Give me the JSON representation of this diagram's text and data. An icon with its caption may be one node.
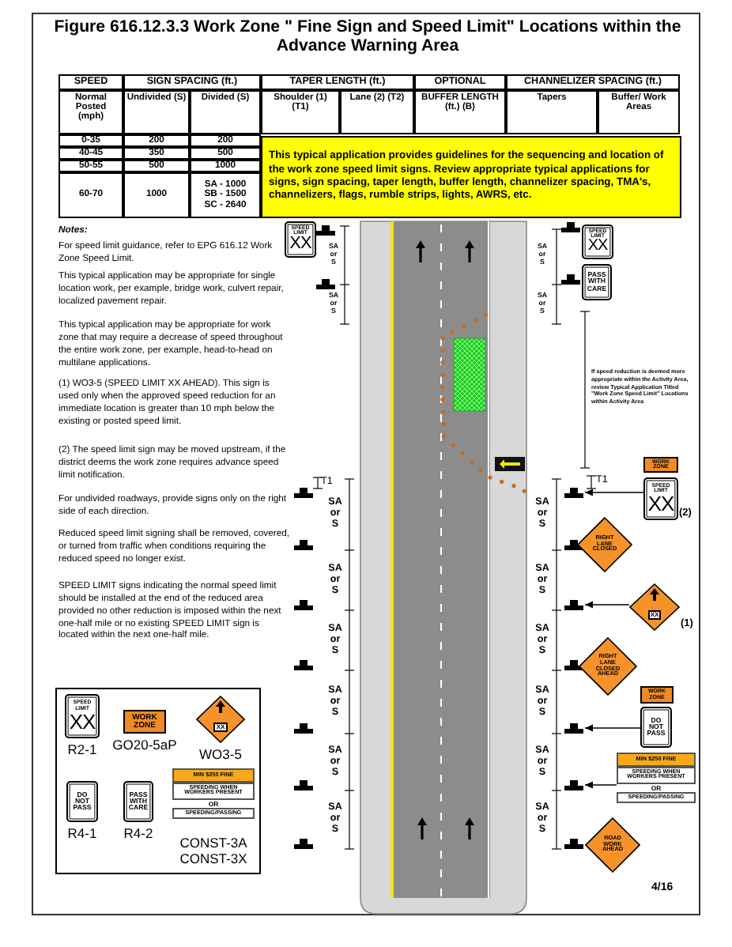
{
  "diagram": {
    "title": "Figure 616.12.3.3 Work Zone \" Fine Sign and Speed Limit\" Locations within the Advance Warning Area",
    "nodes": [
      {
        "text": [
          "This typical application provides guidelines for the sequencing and location of the work zone speed limit signs. Review appropriate typical applications for signs, sign spacing, taper length, buffer length, channelizer spacing, TMA's, channelizers, flags, rumble strips, lights, AWRS, etc."
        ]
      },
      {
        "text": [
          "SPEED LIMIT",
          "XX"
        ]
      },
      {
        "text": [
          "SPEED LIMIT",
          "XX"
        ]
      },
      {
        "text": [
          "PASS WITH CARE"
        ]
      },
      {
        "text": [
          "WORK ZONE"
        ]
      },
      {
        "text": [
          "SPEED LIMIT",
          "XX"
        ],
        "beside": [
          "(2)"
        ]
      },
      {
        "text": [
          "RIGHT LANE CLOSED"
        ]
      },
      {
        "text": [
          "XX"
        ],
        "beside": [
          "(1)"
        ]
      },
      {
        "text": [
          "RIGHT LANE CLOSED AHEAD"
        ]
      },
      {
        "text": [
          "WORK ZONE"
        ]
      },
      {
        "text": [
          "DO NOT PASS"
        ]
      },
      {
        "text": [
          "MIN $250 FINE",
          "SPEEDING WHEN WORKERS PRESENT",
          "OR",
          "SPEEDING/PASSING"
        ]
      },
      {
        "text": [
          "ROAD WORK AHEAD"
        ]
      },
      {
        "text": [],
        "shape": "post"
      },
      {
        "text": [],
        "shape": "post"
      },
      {
        "text": [],
        "shape": "post"
      },
      {
        "text": [],
        "shape": "post"
      },
      {
        "text": [
          "SPEED LIMIT",
          "XX"
        ],
        "beside": [
          "R2-1"
        ]
      },
      {
        "text": [
          "WORK ZONE"
        ],
        "beside": [
          "GO20-5aP"
        ]
      },
      {
        "text": [
          "XX"
        ],
        "beside": [
          "WO3-5"
        ]
      },
      {
        "text": [
          "DO NOT PASS"
        ],
        "beside": [
          "R4-1"
        ]
      },
      {
        "text": [
          "PASS WITH CARE"
        ],
        "beside": [
          "R4-2"
        ]
      },
      {
        "text": [
          "MIN $250 FINE",
          "SPEEDING WHEN WORKERS PRESENT",
          "OR",
          "SPEEDING/PASSING"
        ],
        "beside": [
          "CONST-3A",
          "CONST-3X"
        ]
      }
    ],
    "edges": [
      {
        "from": 5,
        "to": 13,
        "arrow": "to"
      },
      {
        "from": 7,
        "to": 14,
        "arrow": "to"
      },
      {
        "from": 10,
        "to": 15,
        "arrow": "to"
      },
      {
        "from": 11,
        "to": 16,
        "arrow": "to"
      }
    ],
    "labels": [
      "SPEED",
      "SIGN SPACING (ft.)",
      "TAPER LENGTH (ft.)",
      "OPTIONAL",
      "CHANNELIZER SPACING (ft.)",
      "Normal Posted (mph)",
      "Undivided (S)",
      "Divided (S)",
      "Shoulder (1) (T1)",
      "Lane (2) (T2)",
      "BUFFER LENGTH (ft.) (B)",
      "Tapers",
      "Buffer/ Work Areas",
      "0-35",
      "200",
      "200",
      "40-45",
      "350",
      "500",
      "50-55",
      "500",
      "1000",
      "60-70",
      "1000",
      "SA - 1000 SB - 1500 SC - 2640",
      "Notes:",
      "For speed limit guidance, refer to EPG 616.12 Work Zone Speed Limit.",
      "This typical application may be appropriate for single location work, per example, bridge work, culvert repair, localized pavement repair.",
      "This typical application may be appropriate for work zone that may require a decrease of speed throughout the entire work zone, per example, head-to-head on multilane applications.",
      "(1) WO3-5 (SPEED LIMIT XX AHEAD). This sign is used only when the approved speed reduction for an immediate location is greater than 10 mph below the existing or posted speed limit.",
      "(2) The speed limit sign may be moved upstream, if the district deems the work zone requires advance speed limit notification.",
      "For undivided roadways, provide signs only on the right side of each direction.",
      "Reduced speed limit signing shall be removed, covered, or turned from traffic when conditions requiring the reduced speed no longer exist.",
      "SPEED LIMIT signs indicating the normal speed limit should be installed at the end of the reduced area provided no other reduction is imposed within the next one-half mile or no existing SPEED LIMIT sign is located within the next one-half mile.",
      "If speed reduction is deemed more appropriate within the Activity Area, review Typical Application Titled \"Work Zone Speed Limit\" Locations within Activity Area",
      "T1",
      "T1",
      "SA or S",
      "SA or S",
      "SA or S",
      "SA or S",
      "SA or S",
      "SA or S",
      "SA or S",
      "SA or S",
      "SA or S",
      "SA or S",
      "SA or S",
      "SA or S",
      "SA or S",
      "SA or S",
      "SA or S",
      "SA or S",
      "4/16"
    ]
  }
}
